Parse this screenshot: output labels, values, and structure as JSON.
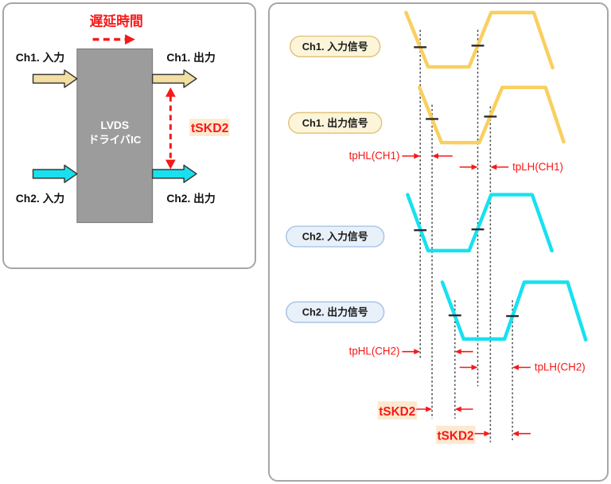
{
  "left_panel": {
    "delay_time_label": "遅延時間",
    "block": {
      "line1": "LVDS",
      "line2": "ドライバIC"
    },
    "ch1_input_label": "Ch1. 入力",
    "ch1_output_label": "Ch1. 出力",
    "ch2_input_label": "Ch2. 入力",
    "ch2_output_label": "Ch2. 出力",
    "skew_label": "tSKD2"
  },
  "right_panel": {
    "signal_labels": {
      "ch1_input": "Ch1. 入力信号",
      "ch1_output": "Ch1. 出力信号",
      "ch2_input": "Ch2. 入力信号",
      "ch2_output": "Ch2. 出力信号"
    },
    "measurements": {
      "tphl_ch1": "tpHL(CH1)",
      "tplh_ch1": "tpLH(CH1)",
      "tphl_ch2": "tpHL(CH2)",
      "tplh_ch2": "tpLH(CH2)",
      "tskd2_fall": "tSKD2",
      "tskd2_rise": "tSKD2"
    }
  },
  "colors": {
    "ch1_waveform_yellow": "#F9CF5F",
    "ch2_waveform_cyan": "#17E1F0",
    "annotation_red": "#F81818",
    "highlight_background": "#FCE9CF",
    "ch1_pill_background": "#FCF5DA",
    "ch1_pill_border": "#E2C47C",
    "ch2_pill_background": "#E8F0FA",
    "ch2_pill_border": "#A9C4E6",
    "ic_block_gray": "#9C9C9C"
  }
}
